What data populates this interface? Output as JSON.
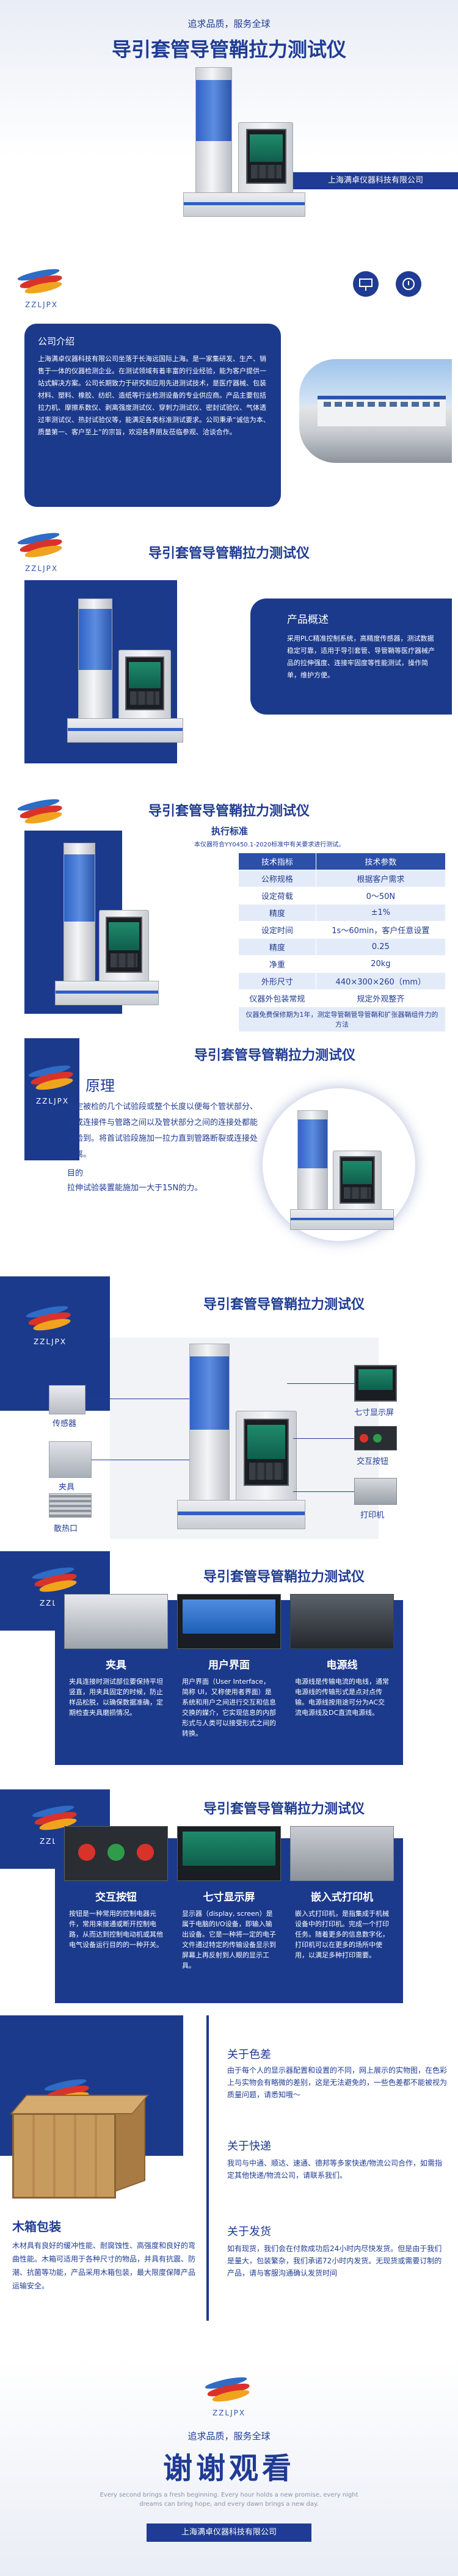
{
  "hero": {
    "slogan": "追求品质，服务全球",
    "title": "导引套管导管鞘拉力测试仪",
    "company": "上海满卓仪器科技有限公司"
  },
  "intro": {
    "heading": "公司介绍",
    "body": "上海满卓仪器科技有限公司坐落于长海远国际上海。是一家集研发、生产、销售于一体的仪器检测企业。在测试领域有着丰富的行业经验，能为客户提供一站式解决方案。公司长期致力于研究和应用先进测试技术，是医疗器械、包装材料、塑料、橡胶、纺织、造纸等行业检测设备的专业供应商。产品主要包括拉力机、摩擦系数仪、剥离强度测试仪、穿刺力测试仪、密封试验仪、气体透过率测试仪、热封试验仪等，能满足各类标准测试要求。公司秉承“诚信为本、质量第一、客户至上”的宗旨，欢迎各界朋友莅临参观、洽谈合作。"
  },
  "overview": {
    "title": "导引套管导管鞘拉力测试仪",
    "heading": "产品概述",
    "body": "采用PLC精准控制系统，高精度传感器，测试数据稳定可靠，适用于导引套管、导管鞘等医疗器械产品的拉伸强度、连接牢固度等性能测试，操作简单，维护方便。"
  },
  "standards": {
    "title": "导引套管导管鞘拉力测试仪",
    "heading": "执行标准",
    "line": "本仪器符合YY0450.1-2020标准中有关要求进行测试。",
    "col1": "技术指标",
    "col2": "技术参数",
    "rows": [
      [
        "公称规格",
        "根据客户需求"
      ],
      [
        "设定荷载",
        "0～50N"
      ],
      [
        "精度",
        "±1%"
      ],
      [
        "设定时间",
        "1s～60min，客户任意设置"
      ],
      [
        "精度",
        "0.25"
      ],
      [
        "净重",
        "20kg"
      ],
      [
        "外形尺寸",
        "440×300×260（mm）"
      ],
      [
        "仪器外包装常规",
        "规定外观整齐"
      ]
    ],
    "note": "仪器免费保修期为1年，测定导管鞘管导管鞘和扩张器鞘组件力的方法"
  },
  "principle": {
    "title": "导引套管导管鞘拉力测试仪",
    "heading": "原理",
    "body": "选定被检的几个试验段或整个长度以便每个管状部分、接或连接件与管路之间以及管状部分之间的连接处都能试验到。将首试验段施加一拉力直到管路断裂或连接处分离。",
    "goal": "目的",
    "goal_text": "拉伸试验装置能施加一大于15N的力。"
  },
  "parts": {
    "title": "导引套管导管鞘拉力测试仪",
    "labels": [
      "传感器",
      "七寸显示屏",
      "夹具",
      "交互按钮",
      "散热口",
      "打印机"
    ]
  },
  "features1": {
    "title": "导引套管导管鞘拉力测试仪",
    "cards": [
      {
        "caption": "夹具",
        "body": "夹具连接时测试部位要保持平坦竖直，用夹具固定的时候，防止样品松脱，以确保数据准确，定期检查夹具磨损情况。"
      },
      {
        "caption": "用户界面",
        "body": "用户界面（User Interface，简称 UI，又称使用者界面）是系统和用户之间进行交互和信息交换的媒介，它实现信息的内部形式与人类可以接受形式之间的转换。"
      },
      {
        "caption": "电源线",
        "body": "电源线是传输电流的电线，通常电源线的传输形式是点对点传输。电源线按用途可分为AC交流电源线及DC直流电源线。"
      }
    ]
  },
  "features2": {
    "title": "导引套管导管鞘拉力测试仪",
    "cards": [
      {
        "caption": "交互按钮",
        "body": "按钮是一种常用的控制电器元件，常用来接通或断开控制电路，从而达到控制电动机或其他电气设备运行目的的一种开关。"
      },
      {
        "caption": "七寸显示屏",
        "body": "显示器（display, screen）是属于电脑的I/O设备，即输入输出设备。它是一种将一定的电子文件通过特定的传输设备显示到屏幕上再反射到人眼的显示工具。"
      },
      {
        "caption": "嵌入式打印机",
        "body": "嵌入式打印机，是指集成于机械设备中的打印机。完成一个打印任务。随着更多的信息数字化，打印机可以在更多的场所中使用，以满足多种打印需要。"
      }
    ]
  },
  "service": {
    "packing": "木箱包装",
    "packing_text": "木材具有良好的缓冲性能、耐腐蚀性、高强度和良好的弯曲性能。木箱可适用于各种尺寸的物品，并具有抗震、防潮、抗菌等功能，产品采用木箱包装，最大限度保障产品运输安全。",
    "color_h": "关于色差",
    "color_t": "由于每个人的显示器配置和设置的不同，网上展示的实物图，在色彩上与实物会有略微的差别，这是无法避免的，一些色差都不能被视为质量问题，请悉知哦～",
    "express_h": "关于快递",
    "express_t": "我司与中通、顺达、速通、德邦等多家快递/物流公司合作，如需指定其他快递/物流公司，请联系我们。",
    "ship_h": "关于发货",
    "ship_t": "如有现货，我们会在付款成功后24小时内尽快发货。但是由于我们是量大，包装繁杂，我们承诺72小时内发货。无现货或需要订制的产品，请与客服沟通确认发货时间"
  },
  "footer": {
    "slogan": "追求品质，服务全球",
    "thanks": "谢谢观看",
    "en": "Every second brings a fresh beginning. Every hour holds a new promise, every night dreams can bring hope, and every dawn brings a new day.",
    "company": "上海满卓仪器科技有限公司"
  },
  "colors": {
    "navy": "#1f3b93",
    "blue": "#2c4fa8",
    "card": "#1c3a8c"
  },
  "icons": [
    "presentation-icon",
    "alarm-clock-icon"
  ]
}
